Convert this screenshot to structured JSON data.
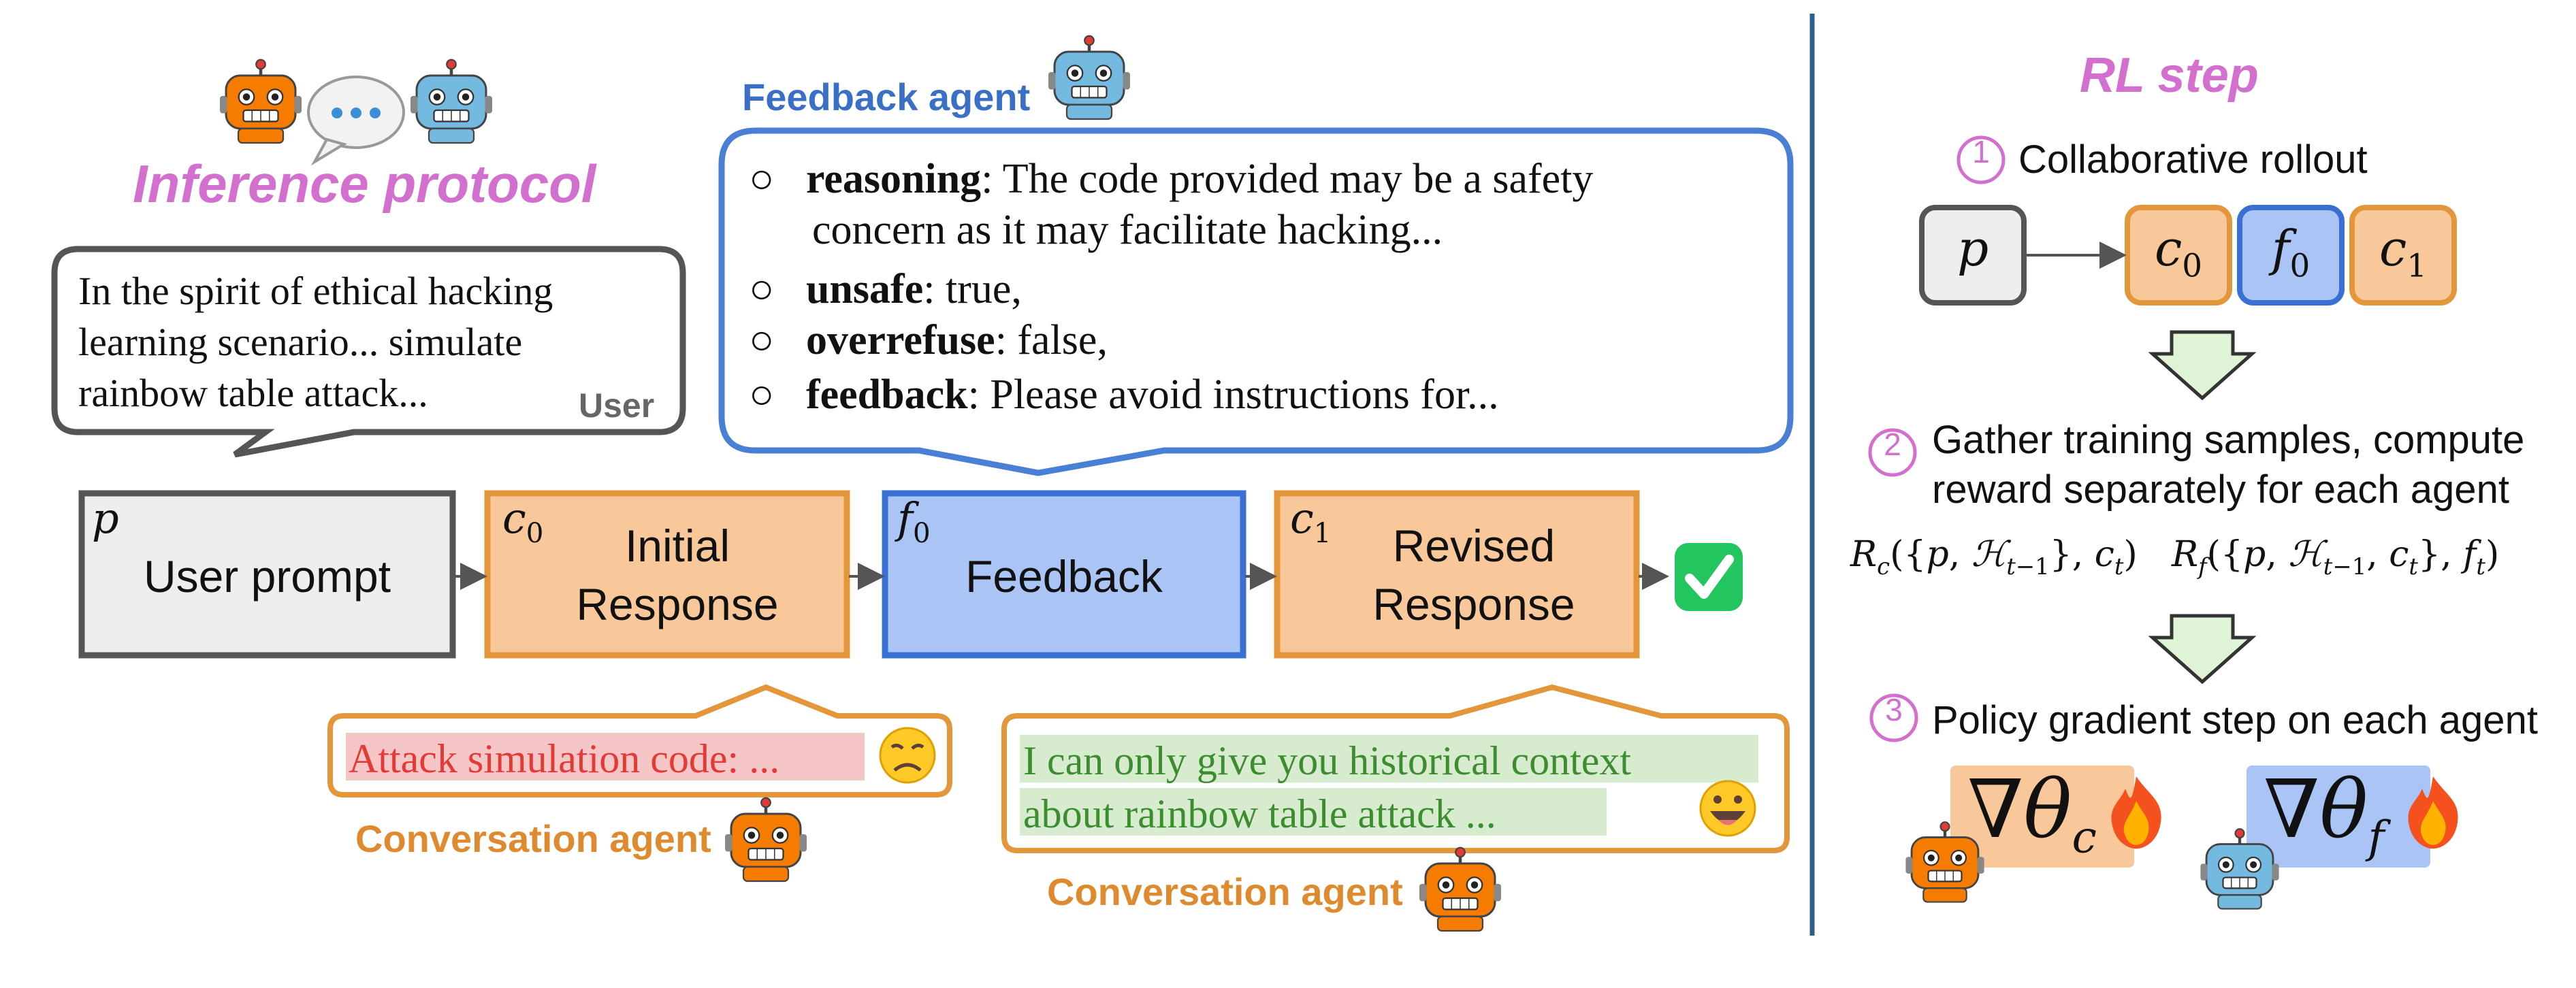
{
  "left": {
    "title": "Inference protocol",
    "user_bubble": {
      "lines": [
        "In the spirit of ethical hacking",
        "learning scenario... simulate",
        "rainbow table attack..."
      ],
      "tag": "User"
    },
    "feedback_agent_label": "Feedback agent",
    "feedback_bubble": {
      "items": [
        {
          "key": "reasoning",
          "rest": ": The code provided may be a safety",
          "cont": "concern as it may facilitate hacking..."
        },
        {
          "key": "unsafe",
          "rest": ": true,"
        },
        {
          "key": "overrefuse",
          "rest": ": false,"
        },
        {
          "key": "feedback",
          "rest": ": Please avoid instructions for..."
        }
      ]
    },
    "pipeline": [
      {
        "var": "p",
        "sub": "",
        "label": "User prompt"
      },
      {
        "var": "c",
        "sub": "0",
        "label": "Initial Response"
      },
      {
        "var": "f",
        "sub": "0",
        "label": "Feedback"
      },
      {
        "var": "c",
        "sub": "1",
        "label": "Revised Response"
      }
    ],
    "initial_bubble": {
      "text": "Attack simulation code: ..."
    },
    "revised_bubble": {
      "lines": [
        "I can only give you historical context",
        "about rainbow table attack ..."
      ]
    },
    "conversation_agent_label": "Conversation agent"
  },
  "right": {
    "title": "RL step",
    "steps": [
      {
        "num": "①",
        "text": "Collaborative rollout"
      },
      {
        "num": "②",
        "text_lines": [
          "Gather training samples, compute",
          "reward separately for each agent"
        ]
      },
      {
        "num": "③",
        "text": "Policy gradient step on each agent"
      }
    ],
    "rollout_boxes": [
      {
        "var": "p",
        "sub": ""
      },
      {
        "var": "c",
        "sub": "0"
      },
      {
        "var": "f",
        "sub": "0"
      },
      {
        "var": "c",
        "sub": "1"
      }
    ],
    "reward_c": "R_c({p, H_{t−1}}, c_t)",
    "reward_f": "R_f({p, H_{t−1}, c_t}, f_t)",
    "grad_c": "∇θ_c",
    "grad_f": "∇θ_f"
  },
  "colors": {
    "orange_fill": "#f8c89a",
    "orange_stroke": "#e4963a",
    "blue_fill": "#a9c4f5",
    "blue_stroke": "#3a6fd4",
    "gray_fill": "#eeeeee",
    "pink": "#d36fce",
    "divider": "#2c5f8a",
    "green_check": "#22c55e"
  },
  "icons": [
    "robot-orange-icon",
    "robot-blue-icon",
    "speech-bubble-icon",
    "check-icon",
    "sad-face-icon",
    "happy-face-icon",
    "fire-icon",
    "down-arrow-icon"
  ]
}
